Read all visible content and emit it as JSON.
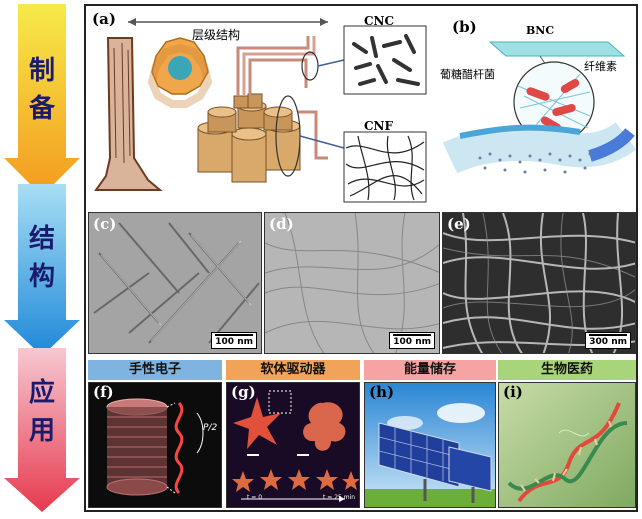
{
  "stages": {
    "prep": {
      "c1": "制",
      "c2": "备"
    },
    "struct": {
      "c1": "结",
      "c2": "构"
    },
    "app": {
      "c1": "应",
      "c2": "用"
    }
  },
  "panel_a": {
    "label": "(a)",
    "hierarchy_label": "层级结构",
    "cnc_label": "CNC",
    "cnf_label": "CNF"
  },
  "panel_b": {
    "label": "(b)",
    "bnc_label": "BNC",
    "bacteria_label": "葡糖醋杆菌",
    "cellulose_label": "纤维素"
  },
  "panel_c": {
    "label": "(c)",
    "scale": "100 nm"
  },
  "panel_d": {
    "label": "(d)",
    "scale": "100 nm"
  },
  "panel_e": {
    "label": "(e)",
    "scale": "300 nm"
  },
  "apps": {
    "f": {
      "label": "(f)",
      "title": "手性电子",
      "pitch": "P/2"
    },
    "g": {
      "label": "(g)",
      "title": "软体驱动器",
      "t0": "t = 0",
      "t25": "t = 25 min"
    },
    "h": {
      "label": "(h)",
      "title": "能量储存"
    },
    "i": {
      "label": "(i)",
      "title": "生物医药"
    }
  },
  "colors": {
    "prep_arrow_top": "#f5e23a",
    "prep_arrow_bottom": "#f39a1e",
    "struct_arrow_top": "#9ad8f2",
    "struct_arrow_bottom": "#1e88d8",
    "app_arrow_top": "#f4c0cc",
    "app_arrow_bottom": "#e63a4e",
    "title_f": "#7fb4e0",
    "title_g": "#f2a35a",
    "title_h": "#f5a3a3",
    "title_i": "#a8d47a"
  }
}
